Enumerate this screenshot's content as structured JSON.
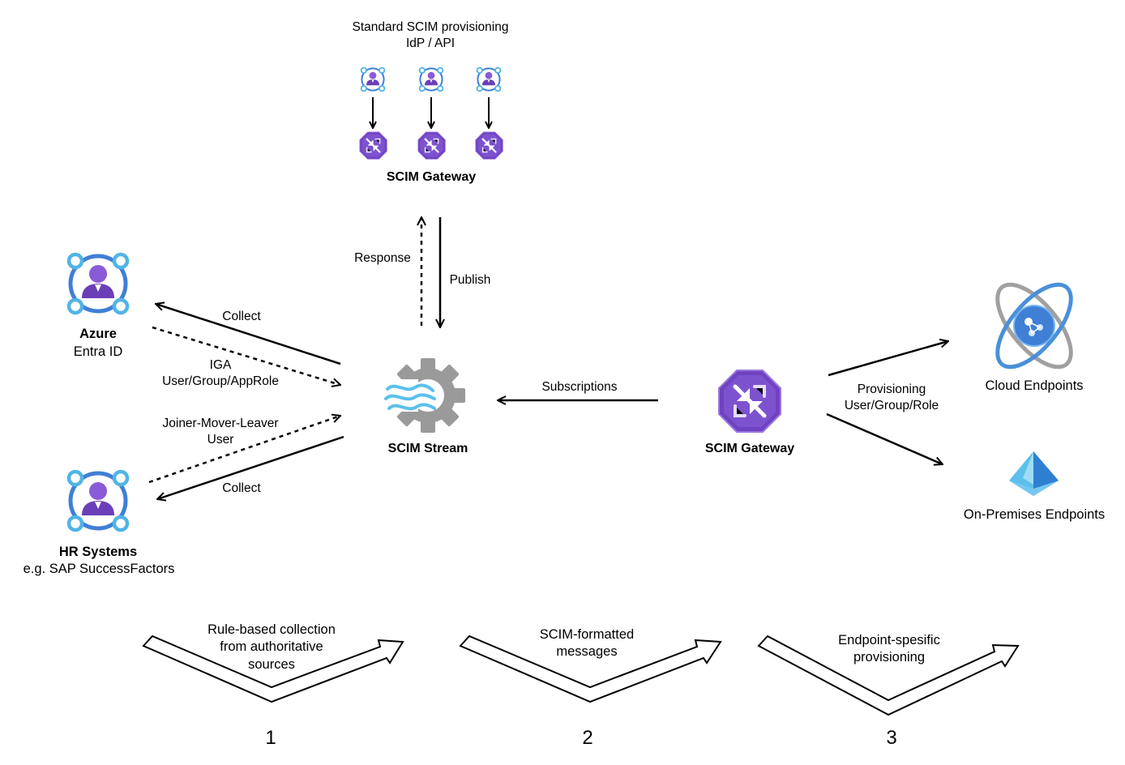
{
  "top": {
    "heading_line1": "Standard SCIM provisioning",
    "heading_line2": "IdP / API",
    "gateway_label": "SCIM Gateway"
  },
  "center": {
    "response_label": "Response",
    "publish_label": "Publish",
    "stream_label": "SCIM Stream",
    "subscriptions_label": "Subscriptions"
  },
  "left": {
    "azure_title": "Azure",
    "azure_sub": "Entra ID",
    "collect_top": "Collect",
    "iga_line1": "IGA",
    "iga_line2": "User/Group/AppRole",
    "jml_line1": "Joiner-Mover-Leaver",
    "jml_line2": "User",
    "collect_bottom": "Collect",
    "hr_title": "HR Systems",
    "hr_sub": "e.g. SAP SuccessFactors"
  },
  "right": {
    "gateway_label": "SCIM Gateway",
    "provisioning_line1": "Provisioning",
    "provisioning_line2": "User/Group/Role",
    "cloud_label": "Cloud Endpoints",
    "onprem_label": "On-Premises Endpoints"
  },
  "steps": [
    {
      "line1": "Rule-based collection",
      "line2": "from authoritative",
      "line3": "sources",
      "number": "1"
    },
    {
      "line1": "SCIM-formatted",
      "line2": "messages",
      "number": "2"
    },
    {
      "line1": "Endpoint-spesific",
      "line2": "provisioning",
      "number": "3"
    }
  ],
  "icons": [
    "user-identity-icon",
    "scim-gateway-icon",
    "scim-stream-gear-icon",
    "cloud-endpoint-icon",
    "on-premises-pyramid-icon"
  ],
  "colors": {
    "identity_ring": "#4a90d9",
    "identity_node": "#50b4e6",
    "user_purple": "#7b4fc4",
    "gateway_purple": "#6f42c1",
    "gear_gray": "#9a9a9a",
    "wave_blue": "#5bc0eb"
  }
}
